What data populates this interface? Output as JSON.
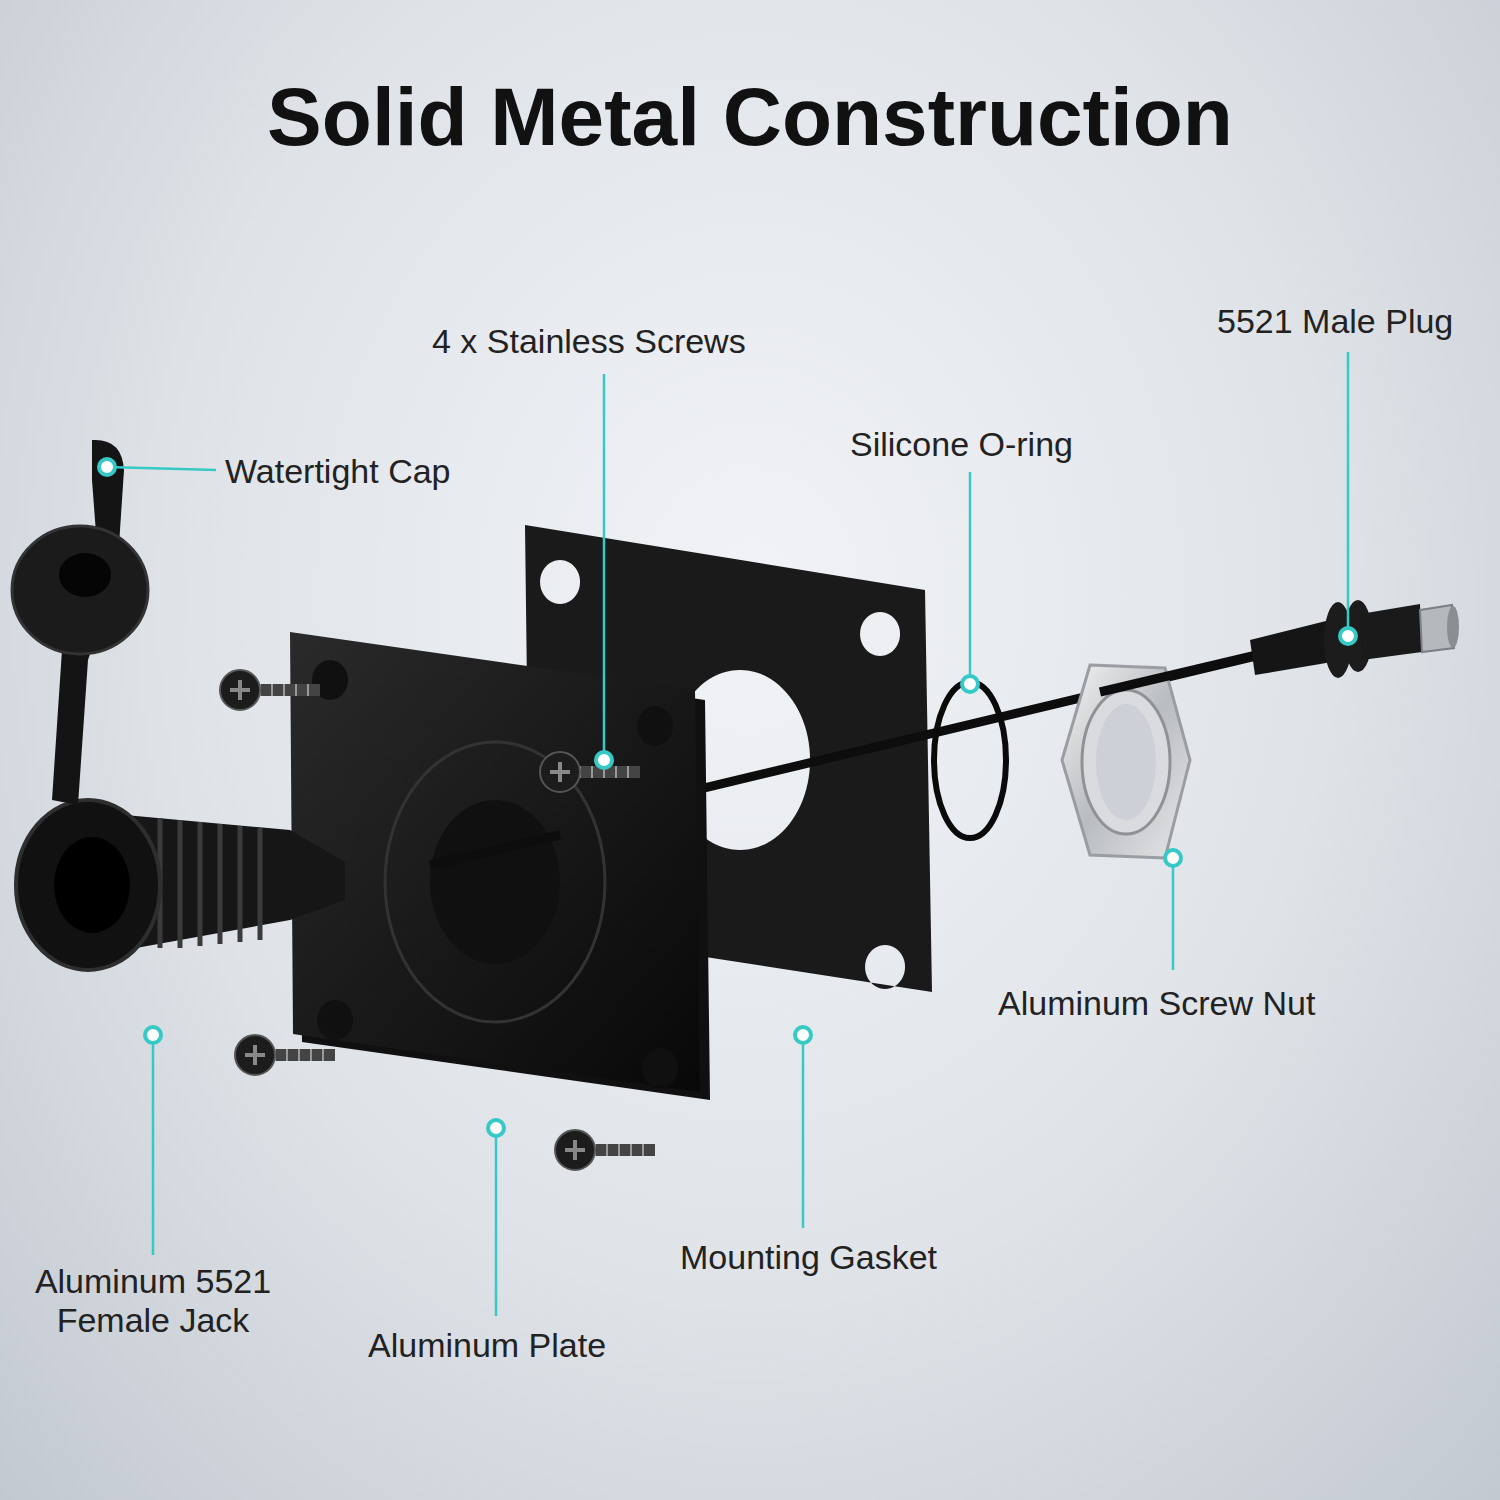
{
  "diagram": {
    "title": "Solid Metal Construction",
    "labels": [
      "4 x Stainless Screws",
      "5521 Male Plug",
      "Watertight Cap",
      "Silicone O-ring",
      "Aluminum Screw Nut",
      "Aluminum 5521 Female Jack",
      "Mounting Gasket",
      "Aluminum Plate"
    ]
  }
}
